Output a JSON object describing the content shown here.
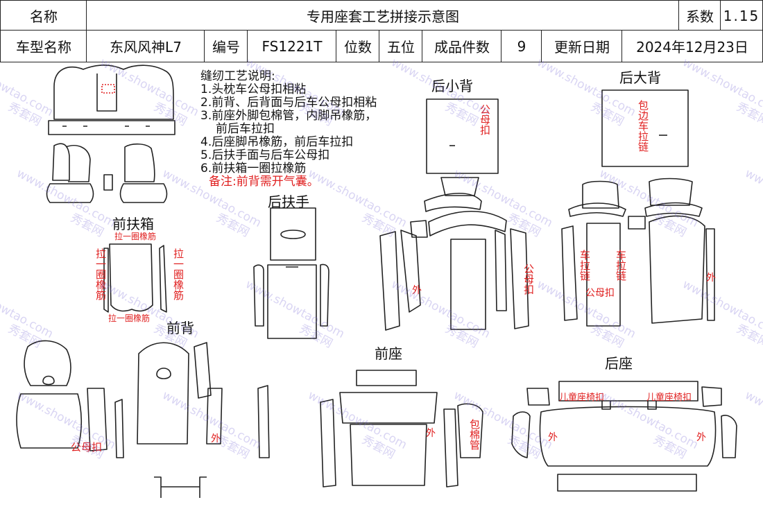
{
  "header": {
    "name_label": "名称",
    "title": "专用座套工艺拼接示意图",
    "coef_label": "系数",
    "coef_value": "1.15",
    "model_label": "车型名称",
    "model_value": "东风风神L7",
    "code_label": "编号",
    "code_value": "FS1221T",
    "seats_label": "位数",
    "seats_value": "五位",
    "pieces_label": "成品件数",
    "pieces_value": "9",
    "update_label": "更新日期",
    "update_value": "2024年12月23日"
  },
  "notes": {
    "title": "缝纫工艺说明:",
    "items": [
      "1.头枕车公母扣相粘",
      "2.前背、后背面与后车公母扣相粘",
      "3.前座外脚包棉管，内脚吊橡筋，",
      "  前后车拉扣",
      "4.后座脚吊橡筋，前后车拉扣",
      "5.后扶手面与后车公母扣",
      "6.前扶箱一圈拉橡筋"
    ],
    "remark": "备注:前背需开气囊。"
  },
  "sections": {
    "front_console": "前扶箱",
    "rear_armrest": "后扶手",
    "rear_small_back": "后小背",
    "rear_big_back": "后大背",
    "front_back": "前背",
    "front_seat": "前座",
    "rear_seat": "后座"
  },
  "annotations": {
    "pull_elastic_top": "拉一圈橡筋",
    "pull_elastic_left": "拉一圈橡筋",
    "pull_elastic_right": "拉一圈橡筋",
    "pull_elastic_bottom": "拉一圈橡筋",
    "snap_small_back": "公母扣",
    "edge_zipper": "包边车拉链",
    "outer_small_back": "外",
    "snap_small_back_side": "公母扣",
    "zipper_left": "车拉链",
    "zipper_right": "车拉链",
    "snap_big_back": "公母扣",
    "outer_big_back": "外",
    "snap_front_back": "公母扣",
    "outer_front_back": "外",
    "outer_front_seat": "外",
    "wrap_cotton": "包棉管",
    "child_seat_left": "儿童座椅扣",
    "child_seat_right": "儿童座椅扣",
    "outer_rear_left": "外",
    "outer_rear_right": "外"
  },
  "watermark": {
    "site": "www.showtao.com",
    "brand": "秀套网"
  },
  "colors": {
    "line": "#222222",
    "annotation": "#e02020",
    "watermark": "#7b6bd6"
  }
}
